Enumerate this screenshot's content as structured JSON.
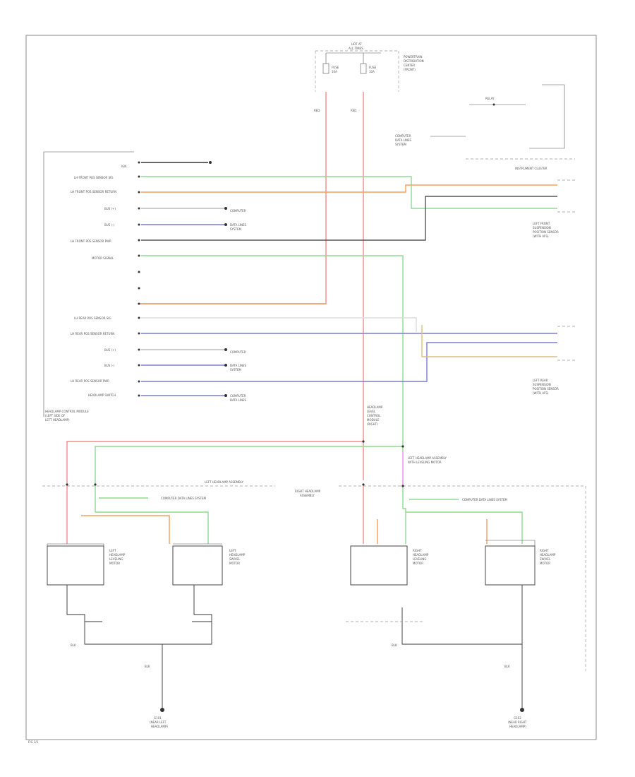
{
  "colors": {
    "red": "#f08c8c",
    "orange": "#f5a05a",
    "green": "#8ddc8d",
    "blue": "#7b7bd9",
    "pink": "#e58ee5",
    "tan": "#d8c080",
    "black": "#333333"
  },
  "labels": {
    "fuse_title_1": "HOT AT",
    "fuse_title_2": "ALL TIMES",
    "fuse_side_1": "POWERTRAIN",
    "fuse_side_2": "DISTRIBUTION",
    "fuse_side_3": "CENTER",
    "fuse_side_4": "(FRONT)",
    "fuse_a": "FUSE",
    "fuse_a2": "10A",
    "fuse_b": "FUSE",
    "fuse_b2": "10A",
    "wire_red1": "RED",
    "wire_red2": "RED",
    "relay_label": "RELAY",
    "module_ground_1": "COMPUTER",
    "module_ground_2": "DATA LINES",
    "module_ground_3": "SYSTEM",
    "instrument_cluster": "INSTRUMENT CLUSTER",
    "pin_ign": "IGN",
    "pin_sensor_sig_1": "LH FRONT POS SENSOR SIG",
    "pin_sensor_ret_1": "LH FRONT POS SENSOR RETURN",
    "pin_bus_h_1": "BUS (+)",
    "pin_bus_l_1": "BUS (-)",
    "pin_sensor_pwr_1": "LH FRONT POS SENSOR PWR",
    "pin_motor_sig": "MOTOR SIGNAL",
    "pin_sensor_sig_2": "LH REAR POS SENSOR SIG",
    "pin_sensor_ret_2": "LH REAR POS SENSOR RETURN",
    "pin_bus_h_2": "BUS (+)",
    "pin_bus_l_2": "BUS (-)",
    "pin_sensor_pwr_2": "LH REAR POS SENSOR PWR",
    "pin_headlamp": "HEADLAMP SWITCH",
    "module_left_1": "HEADLAMP CONTROL MODULE",
    "module_left_2": "(LEFT SIDE OF",
    "module_left_3": "LEFT HEADLAMP)",
    "sensor_front_1": "LEFT FRONT",
    "sensor_front_2": "SUSPENSION",
    "sensor_front_3": "POSITION SENSOR",
    "sensor_front_4": "(WITH AFS)",
    "sensor_rear_1": "LEFT REAR",
    "sensor_rear_2": "SUSPENSION",
    "sensor_rear_3": "POSITION SENSOR",
    "sensor_rear_4": "(WITH AFS)",
    "left_assy": "LEFT HEADLAMP ASSEMBLY",
    "right_assy_1": "RIGHT HEADLAMP",
    "right_assy_2": "ASSEMBLY",
    "splice_1": "HEADLAMP",
    "splice_2": "LEVEL",
    "splice_3": "CONTROL",
    "splice_4": "MODULE",
    "splice_5": "(RIGHT)",
    "splice_pink_1": "LEFT HEADLAMP ASSEMBLY",
    "splice_pink_2": "WITH LEVELING MOTOR",
    "power_dist": "COMPUTER DATA LINES SYSTEM",
    "motor_ll_1": "LEFT",
    "motor_ll_2": "HEADLAMP",
    "motor_ll_3": "LEVELING",
    "motor_ll_4": "MOTOR",
    "motor_lr_1": "LEFT",
    "motor_lr_2": "HEADLAMP",
    "motor_lr_3": "SWIVEL",
    "motor_lr_4": "MOTOR",
    "motor_rl_1": "RIGHT",
    "motor_rl_2": "HEADLAMP",
    "motor_rl_3": "LEVELING",
    "motor_rl_4": "MOTOR",
    "motor_rr_1": "RIGHT",
    "motor_rr_2": "HEADLAMP",
    "motor_rr_3": "SWIVEL",
    "motor_rr_4": "MOTOR",
    "gnd_l_1": "G101",
    "gnd_l_2": "(NEAR LEFT",
    "gnd_l_3": "HEADLAMP)",
    "gnd_r_1": "G102",
    "gnd_r_2": "(NEAR RIGHT",
    "gnd_r_3": "HEADLAMP)",
    "wire_blk": "BLK",
    "footer": "FIG 1/1"
  }
}
